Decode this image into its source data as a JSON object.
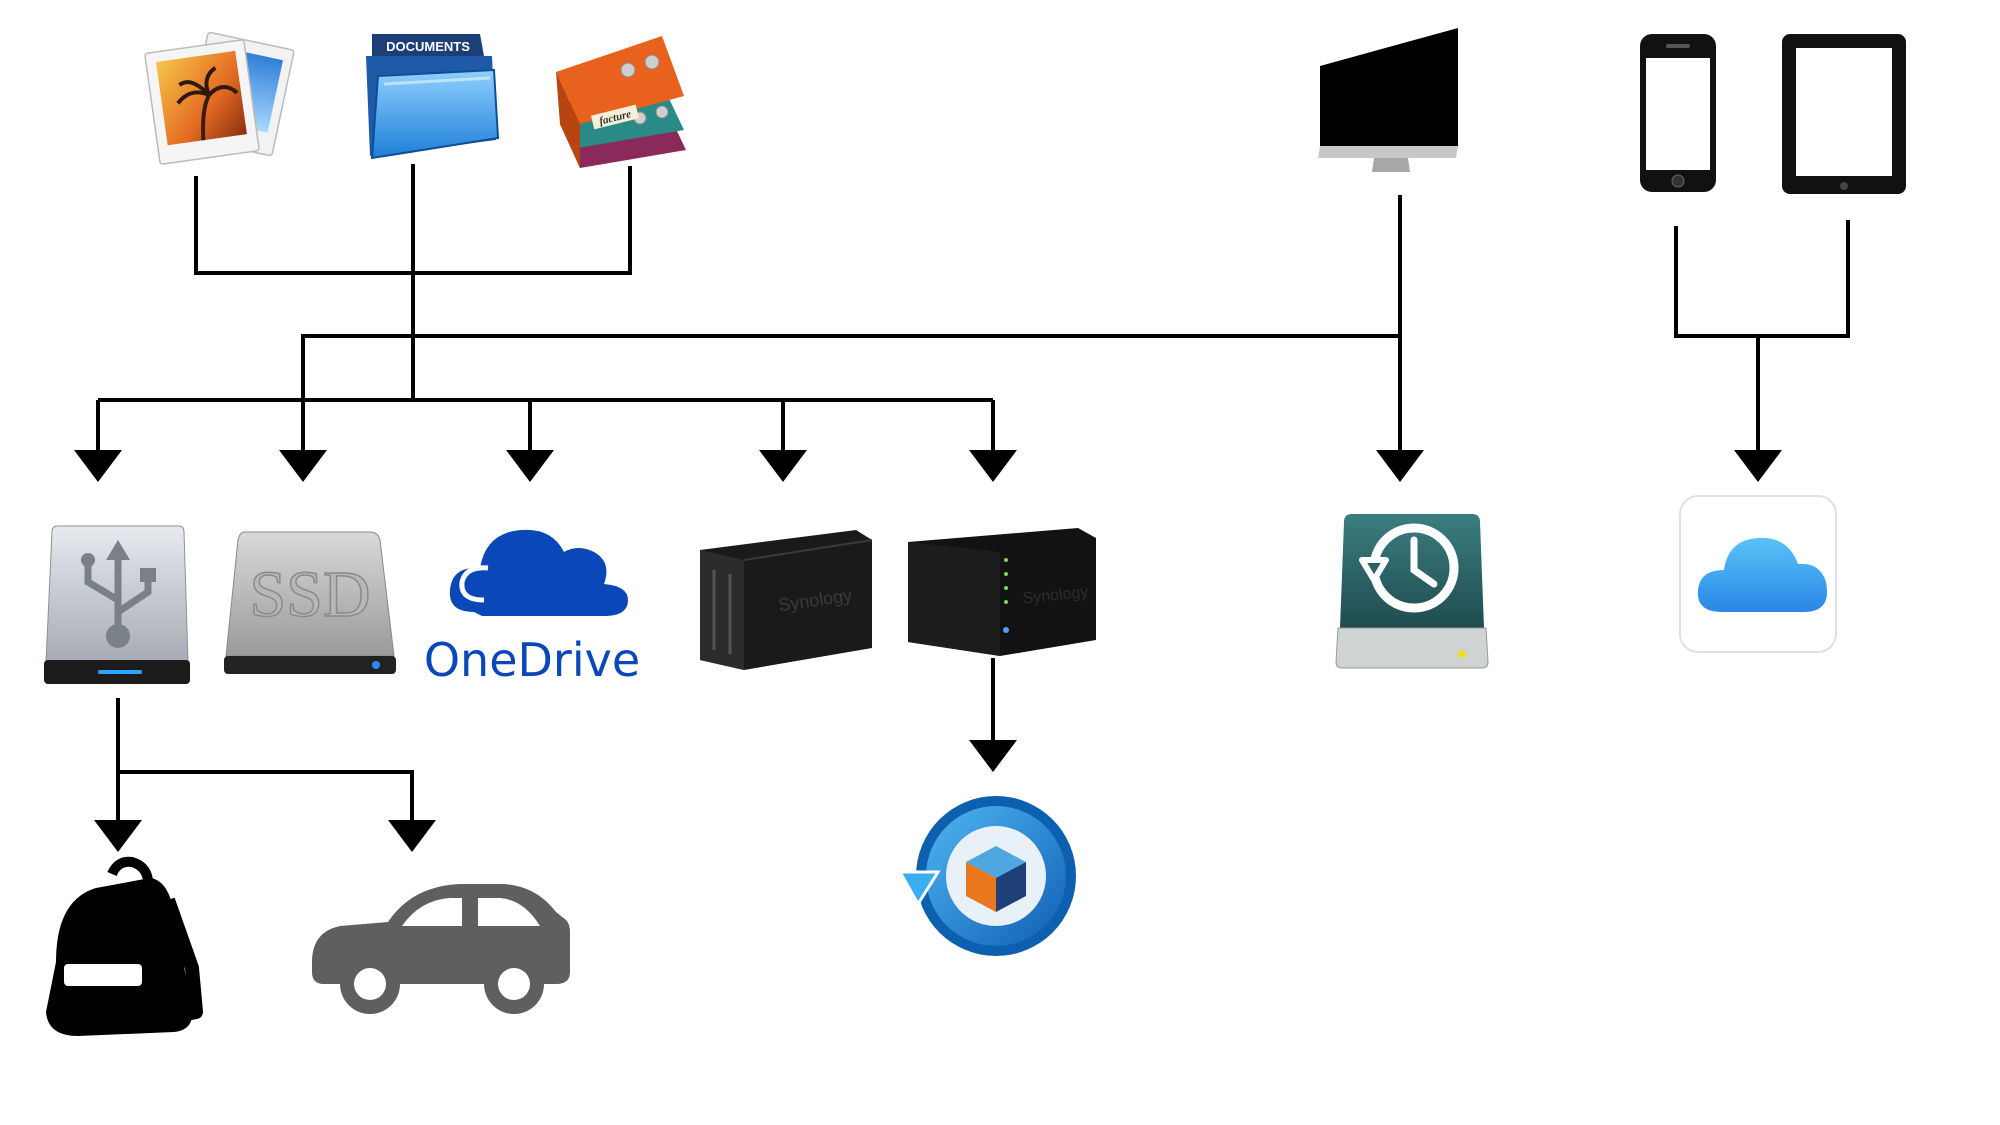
{
  "diagram": {
    "type": "backup-flow",
    "sources": {
      "photos": {
        "icon": "photos-icon"
      },
      "documents": {
        "icon": "documents-folder-icon",
        "label": "DOCUMENTS"
      },
      "binders": {
        "icon": "binders-icon",
        "label": "facture"
      },
      "imac": {
        "icon": "imac-icon"
      },
      "iphone": {
        "icon": "iphone-icon"
      },
      "ipad": {
        "icon": "ipad-icon"
      }
    },
    "targets": {
      "usb_drive": {
        "icon": "usb-drive-icon"
      },
      "ssd_drive": {
        "icon": "ssd-drive-icon",
        "label": "SSD"
      },
      "onedrive": {
        "icon": "onedrive-cloud-icon",
        "label": "OneDrive"
      },
      "nas_2bay": {
        "icon": "synology-nas-2bay-icon",
        "label": "Synology"
      },
      "nas_4bay": {
        "icon": "synology-nas-4bay-icon",
        "label": "Synology"
      },
      "time_machine": {
        "icon": "time-machine-drive-icon"
      },
      "icloud": {
        "icon": "icloud-icon"
      }
    },
    "offsite": {
      "backpack": {
        "icon": "backpack-icon"
      },
      "car": {
        "icon": "car-icon"
      },
      "hyper_backup": {
        "icon": "hyper-backup-icon"
      }
    },
    "colors": {
      "line": "#000000",
      "onedrive_blue": "#0a47b8",
      "icloud_blue": "#3aa3f0",
      "time_machine_green": "#2c5f62",
      "car_gray": "#5f5f5f"
    }
  }
}
